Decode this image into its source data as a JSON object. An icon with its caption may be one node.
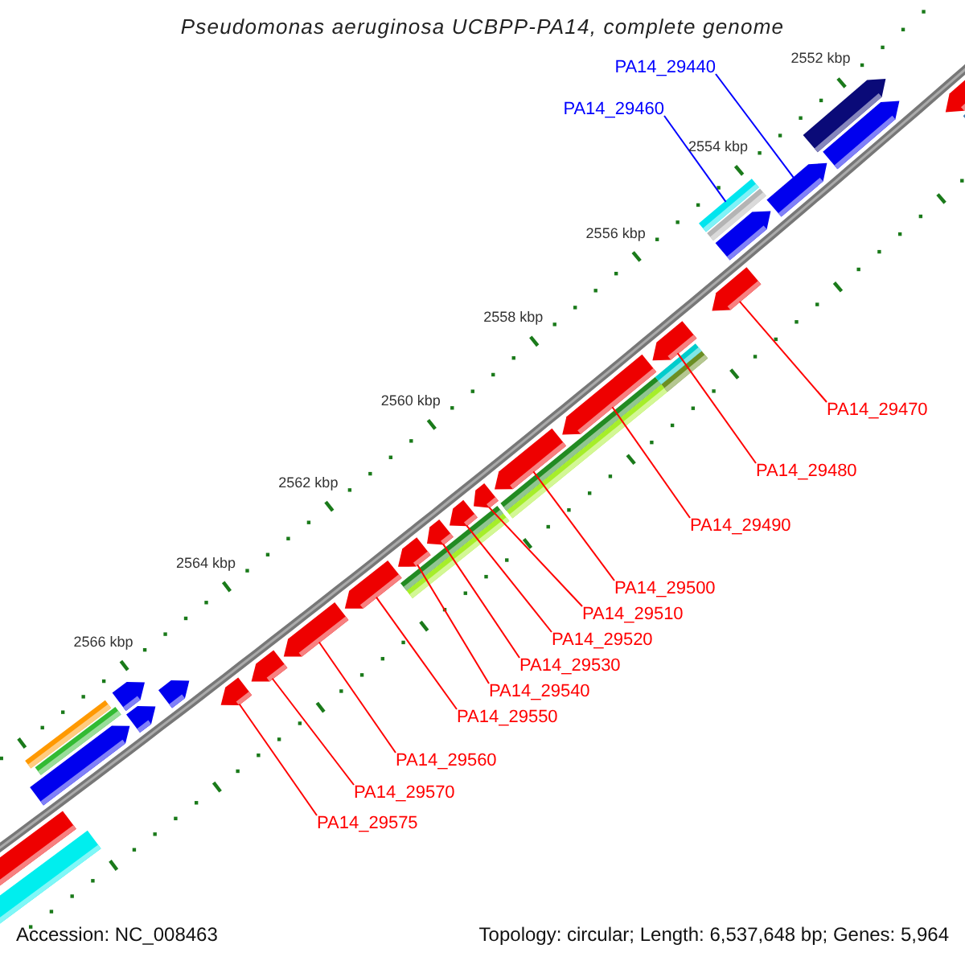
{
  "diagram": {
    "title": "Pseudomonas aeruginosa UCBPP-PA14, complete genome",
    "nodes": [
      {
        "text": [
          "PA14_29440"
        ]
      },
      {
        "text": [
          "PA14_29460"
        ]
      },
      {
        "text": [
          "PA14_29470"
        ]
      },
      {
        "text": [
          "PA14_29480"
        ]
      },
      {
        "text": [
          "PA14_29490"
        ]
      },
      {
        "text": [
          "PA14_29500"
        ]
      },
      {
        "text": [
          "PA14_29510"
        ]
      },
      {
        "text": [
          "PA14_29520"
        ]
      },
      {
        "text": [
          "PA14_29530"
        ]
      },
      {
        "text": [
          "PA14_29540"
        ]
      },
      {
        "text": [
          "PA14_29550"
        ]
      },
      {
        "text": [
          "PA14_29560"
        ]
      },
      {
        "text": [
          "PA14_29570"
        ]
      },
      {
        "text": [
          "PA14_29575"
        ]
      },
      {
        "text": [],
        "shape": "bar"
      },
      {
        "text": [],
        "shape": "bar"
      },
      {
        "text": [],
        "shape": "bar"
      },
      {
        "text": [],
        "shape": "bar"
      },
      {
        "text": [],
        "shape": "bar"
      },
      {
        "text": [],
        "shape": "bar"
      },
      {
        "text": [],
        "shape": "bar"
      },
      {
        "text": [],
        "shape": "bar"
      },
      {
        "text": [],
        "shape": "bar"
      },
      {
        "text": [],
        "shape": "bar"
      },
      {
        "text": [],
        "shape": "bar"
      },
      {
        "text": [],
        "shape": "bar"
      },
      {
        "text": [],
        "shape": "bar"
      },
      {
        "text": [],
        "shape": "bar"
      },
      {
        "text": [],
        "shape": "bar"
      },
      {
        "text": [],
        "shape": "bar"
      },
      {
        "text": [],
        "shape": "bar"
      },
      {
        "text": [],
        "shape": "bar"
      },
      {
        "text": [],
        "shape": "bar"
      },
      {
        "text": [],
        "shape": "bar"
      },
      {
        "text": [],
        "shape": "bar"
      },
      {
        "text": [],
        "shape": "bar"
      },
      {
        "text": [],
        "shape": "bar"
      },
      {
        "text": [],
        "shape": "bar"
      },
      {
        "text": [],
        "shape": "bar"
      },
      {
        "text": [],
        "shape": "bar"
      },
      {
        "text": [],
        "shape": "bar"
      },
      {
        "text": [],
        "shape": "bar"
      },
      {
        "text": [],
        "shape": "bar"
      },
      {
        "text": [],
        "shape": "bar"
      },
      {
        "text": [],
        "shape": "bar"
      },
      {
        "text": [],
        "shape": "bar"
      },
      {
        "text": [],
        "shape": "bar"
      },
      {
        "text": [],
        "shape": "bar"
      }
    ],
    "edges": [
      {
        "from": 0,
        "to": 43,
        "arrow": "none",
        "color": "#0000ff"
      },
      {
        "from": 1,
        "to": 41,
        "arrow": "none",
        "color": "#0000ff"
      },
      {
        "from": 2,
        "to": 39,
        "arrow": "none"
      },
      {
        "from": 3,
        "to": 38,
        "arrow": "none"
      },
      {
        "from": 4,
        "to": 35,
        "arrow": "none"
      },
      {
        "from": 5,
        "to": 34,
        "arrow": "none"
      },
      {
        "from": 6,
        "to": 31,
        "arrow": "none"
      },
      {
        "from": 7,
        "to": 30,
        "arrow": "none"
      },
      {
        "from": 8,
        "to": 29,
        "arrow": "none"
      },
      {
        "from": 9,
        "to": 28,
        "arrow": "none"
      },
      {
        "from": 10,
        "to": 25,
        "arrow": "none"
      },
      {
        "from": 11,
        "to": 24,
        "arrow": "none"
      },
      {
        "from": 12,
        "to": 23,
        "arrow": "none"
      },
      {
        "from": 13,
        "to": 22,
        "arrow": "none"
      }
    ],
    "labels": [
      "2552 kbp",
      "2554 kbp",
      "2556 kbp",
      "2558 kbp",
      "2560 kbp",
      "2562 kbp",
      "2564 kbp",
      "2566 kbp",
      "Accession: NC_008463",
      "Topology: circular; Length: 6,537,648 bp; Genes: 5,964"
    ]
  }
}
